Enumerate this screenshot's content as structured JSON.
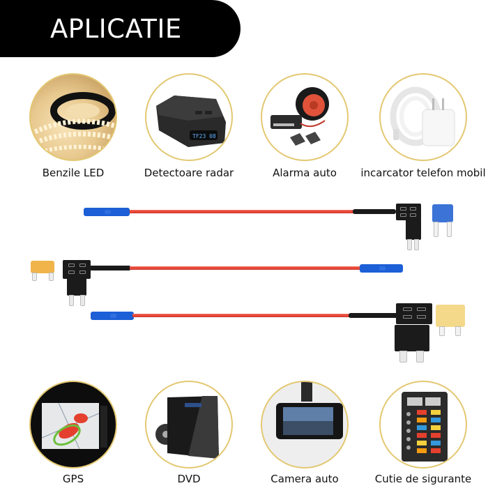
{
  "header": {
    "title": "APLICATIE"
  },
  "top_row": [
    {
      "label": "Benzile LED",
      "icon": "led-strip-icon"
    },
    {
      "label": "Detectoare radar",
      "icon": "radar-detector-icon"
    },
    {
      "label": "Alarma auto",
      "icon": "car-alarm-icon"
    },
    {
      "label": "incarcator telefon mobil",
      "icon": "phone-charger-icon"
    }
  ],
  "bottom_row": [
    {
      "label": "GPS",
      "icon": "gps-icon"
    },
    {
      "label": "DVD",
      "icon": "dvd-player-icon"
    },
    {
      "label": "Camera auto",
      "icon": "dash-camera-icon"
    },
    {
      "label": "Cutie de sigurante",
      "icon": "fuse-box-icon"
    }
  ],
  "products": {
    "radar_display": "TF23  08",
    "fuse_colors": {
      "mini_blue": "#3b73d6",
      "low_profile_orange": "#f0b44a",
      "standard_yellow": "#f4d98a"
    },
    "wire_color": "#e8493a",
    "connector_color": "#1c5fd6"
  },
  "colors": {
    "circle_border": "#e3c872",
    "banner": "#000000"
  }
}
